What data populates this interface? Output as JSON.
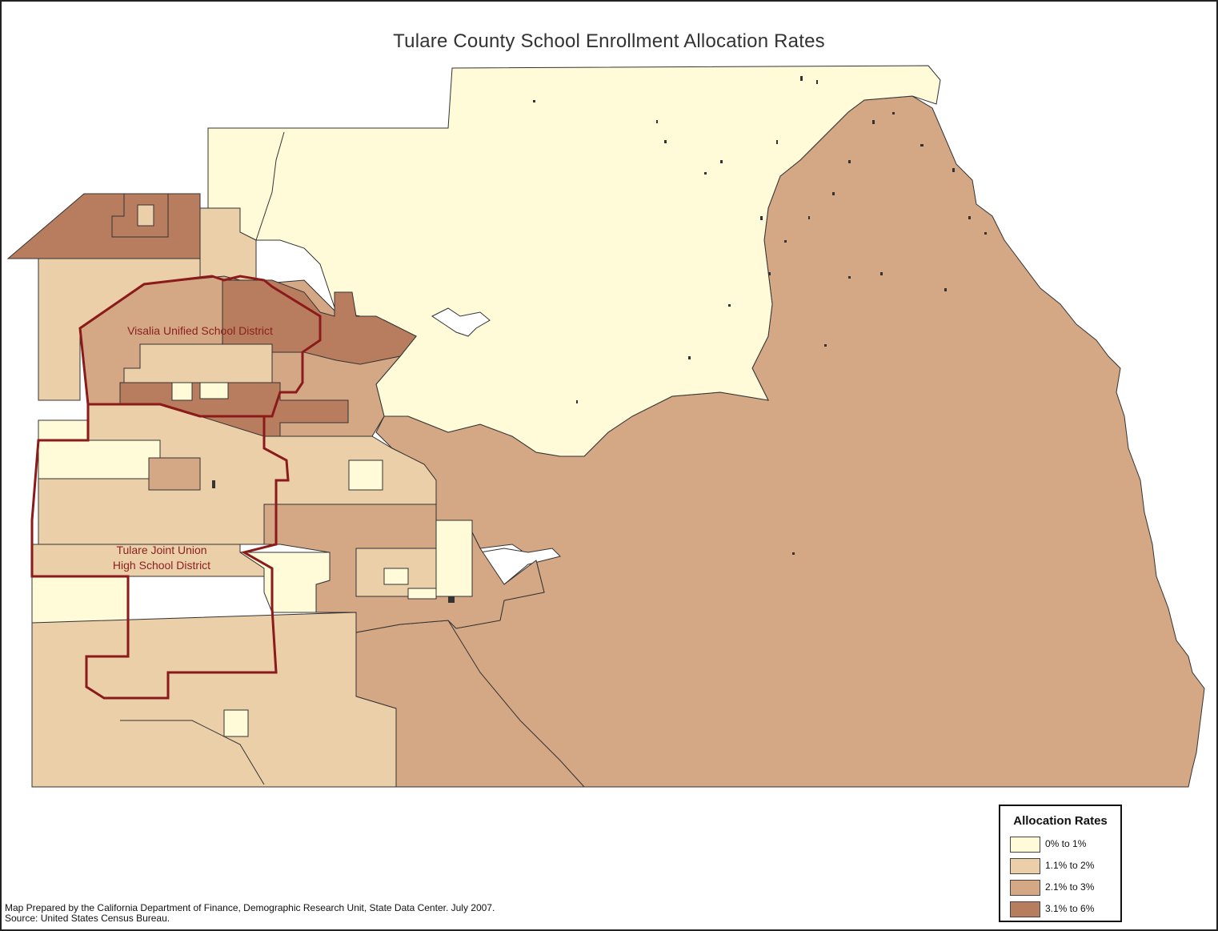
{
  "map": {
    "title": "Tulare County School Enrollment Allocation Rates",
    "district_labels": {
      "visalia": "Visalia Unified School District",
      "tulare_line1": "Tulare Joint Union",
      "tulare_line2": "High School District"
    }
  },
  "legend": {
    "title": "Allocation Rates",
    "items": [
      {
        "label": "0% to 1%",
        "color": "#fffbd9"
      },
      {
        "label": "1.1% to 2%",
        "color": "#ebcfa9"
      },
      {
        "label": "2.1% to 3%",
        "color": "#d4a785"
      },
      {
        "label": "3.1% to 6%",
        "color": "#b87d5e"
      }
    ]
  },
  "credits": {
    "line1": "Map Prepared by the California Department of Finance, Demographic Research Unit, State Data Center. July 2007.",
    "line2": "Source: United States Census Bureau."
  }
}
